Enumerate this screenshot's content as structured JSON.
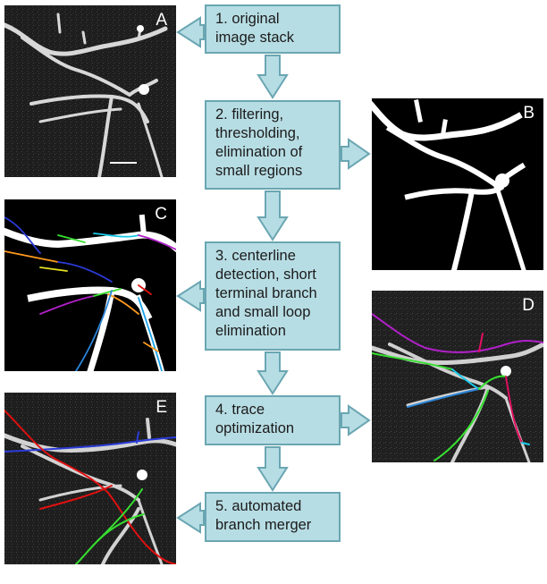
{
  "panels": [
    {
      "id": "A",
      "label": "A"
    },
    {
      "id": "B",
      "label": "B"
    },
    {
      "id": "C",
      "label": "C"
    },
    {
      "id": "D",
      "label": "D"
    },
    {
      "id": "E",
      "label": "E"
    }
  ],
  "steps": [
    {
      "lines": [
        "1. original",
        "image stack"
      ]
    },
    {
      "lines": [
        "2. filtering,",
        "thresholding,",
        "elimination of",
        "small regions"
      ]
    },
    {
      "lines": [
        "3. centerline",
        "detection, short",
        "terminal branch",
        "and small loop",
        "elimination"
      ]
    },
    {
      "lines": [
        "4. trace",
        "optimization"
      ]
    },
    {
      "lines": [
        "5. automated",
        "branch merger"
      ]
    }
  ],
  "colors": {
    "box_fill": "#b7dde4",
    "box_border": "#6aa6b2",
    "arrow_fill": "#b7dde4",
    "trace_red": "#e01010",
    "trace_blue": "#2a3bd8",
    "trace_green": "#37e030",
    "trace_magenta": "#b020c8",
    "trace_cyan": "#18c8e8"
  }
}
